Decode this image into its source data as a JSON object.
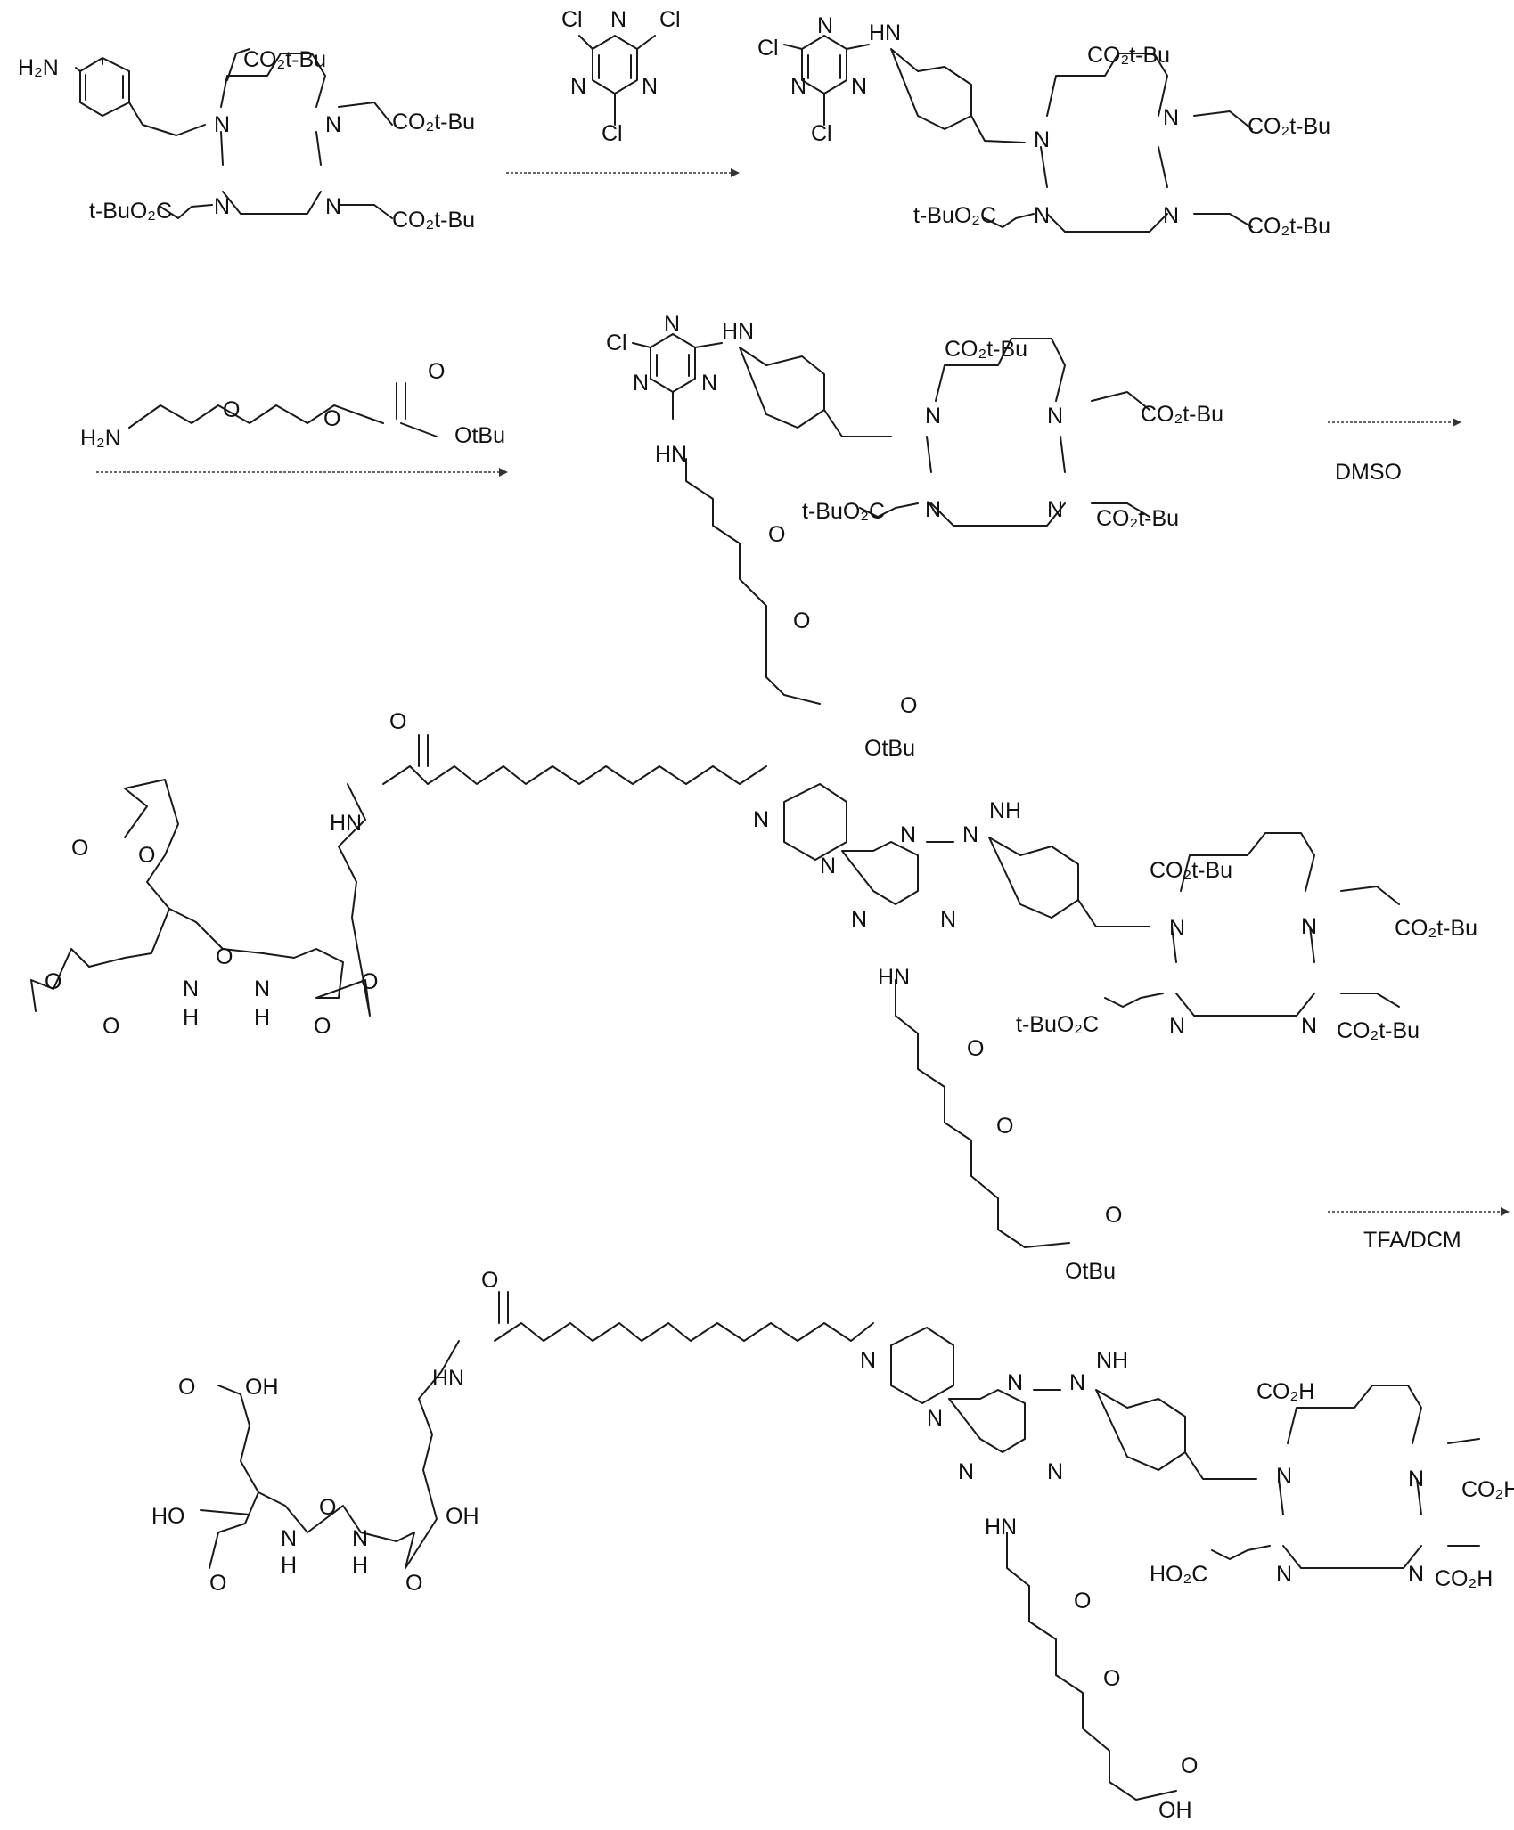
{
  "atoms": {
    "N": "N",
    "O": "O",
    "Cl": "Cl",
    "HN": "HN",
    "H": "H",
    "NH": "NH",
    "OH": "OH",
    "H2N": "H₂N",
    "CO2tBu": "CO₂t-Bu",
    "tBuO2C": "t-BuO₂C",
    "OtBu": "OtBu",
    "CO2H": "CO₂H",
    "HO2C": "HO₂C",
    "HO": "HO"
  },
  "reagents": {
    "step3": "DMSO",
    "step4": "TFA/DCM"
  }
}
